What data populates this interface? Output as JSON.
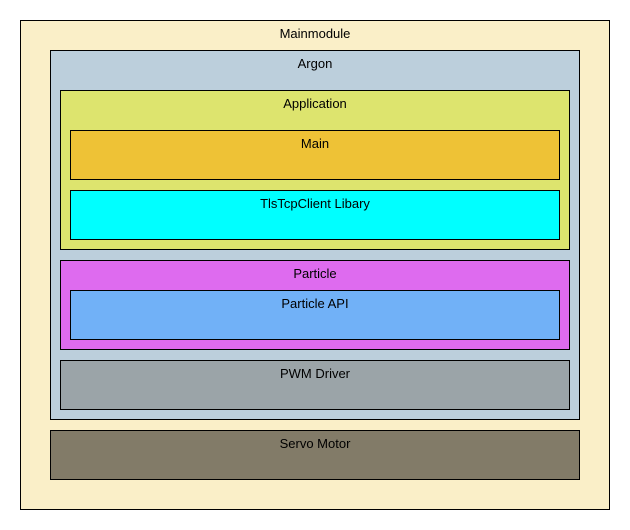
{
  "colors": {
    "mainmodule": "#FAEFC8",
    "argon": "#BCCFDC",
    "application": "#DDE46E",
    "main": "#EEC236",
    "tls": "#00FFFF",
    "particle": "#DE6BEF",
    "particle_api": "#71B1F7",
    "pwm": "#9BA4A8",
    "servo": "#827B68"
  },
  "blocks": {
    "mainmodule": "Mainmodule",
    "argon": "Argon",
    "application": "Application",
    "main": "Main",
    "tls": "TlsTcpClient Libary",
    "particle": "Particle",
    "particle_api": "Particle API",
    "pwm": "PWM Driver",
    "servo": "Servo Motor"
  }
}
